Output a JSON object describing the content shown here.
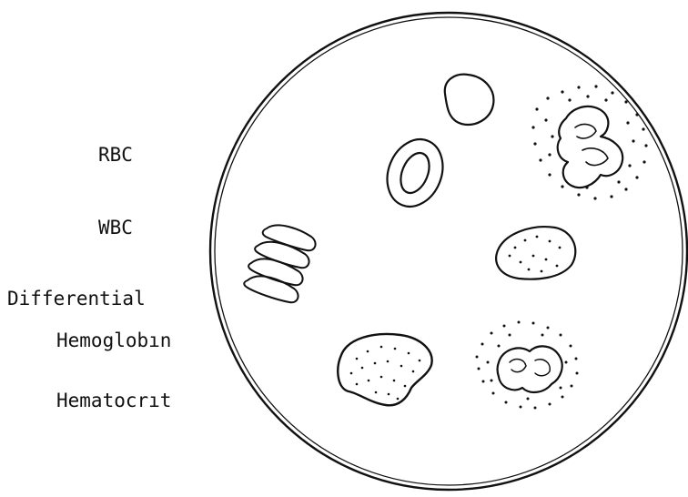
{
  "labels": {
    "rbc": "RBC",
    "wbc": "WBC",
    "differential": "Differential",
    "hemoglobin": "Hemoglobın",
    "hematocrit": "Hematocrıt"
  },
  "colors": {
    "ink": "#111111",
    "background": "#ffffff"
  }
}
